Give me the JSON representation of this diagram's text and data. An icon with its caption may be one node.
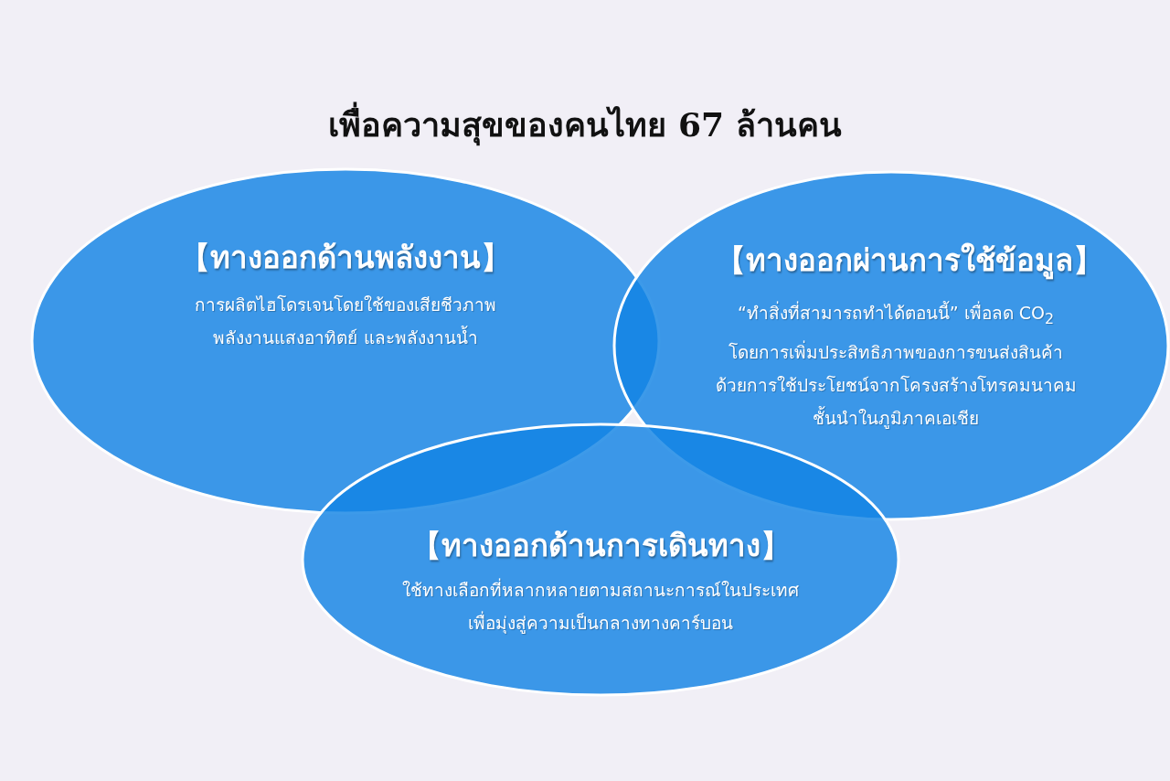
{
  "diagram": {
    "title": "เพื่อความสุขของคนไทย 67 ล้านคน",
    "nodes": [
      {
        "text": [
          "【ทางออกด้านพลังงาน】",
          "การผลิตไฮโดรเจนโดยใช้ของเสียชีวภาพ พลังงานแสงอาทิตย์ และพลังงานน้ำ"
        ]
      },
      {
        "text": [
          "【ทางออกผ่านการใช้ข้อมูล】",
          "“ทำสิ่งที่สามารถทำได้ตอนนี้” เพื่อลด CO$_{2}$ โดยการเพิ่มประสิทธิภาพของการขนส่งสินค้า ด้วยการใช้ประโยชน์จากโครงสร้างโทรคมนาคม ชั้นนำในภูมิภาคเอเชีย"
        ]
      },
      {
        "text": [
          "【ทางออกด้านการเดินทาง】",
          "ใช้ทางเลือกที่หลากหลายตามสถานะการณ์ในประเทศ เพื่อมุ่งสู่ความเป็นกลางทางคาร์บอน"
        ]
      }
    ],
    "edges": []
  }
}
